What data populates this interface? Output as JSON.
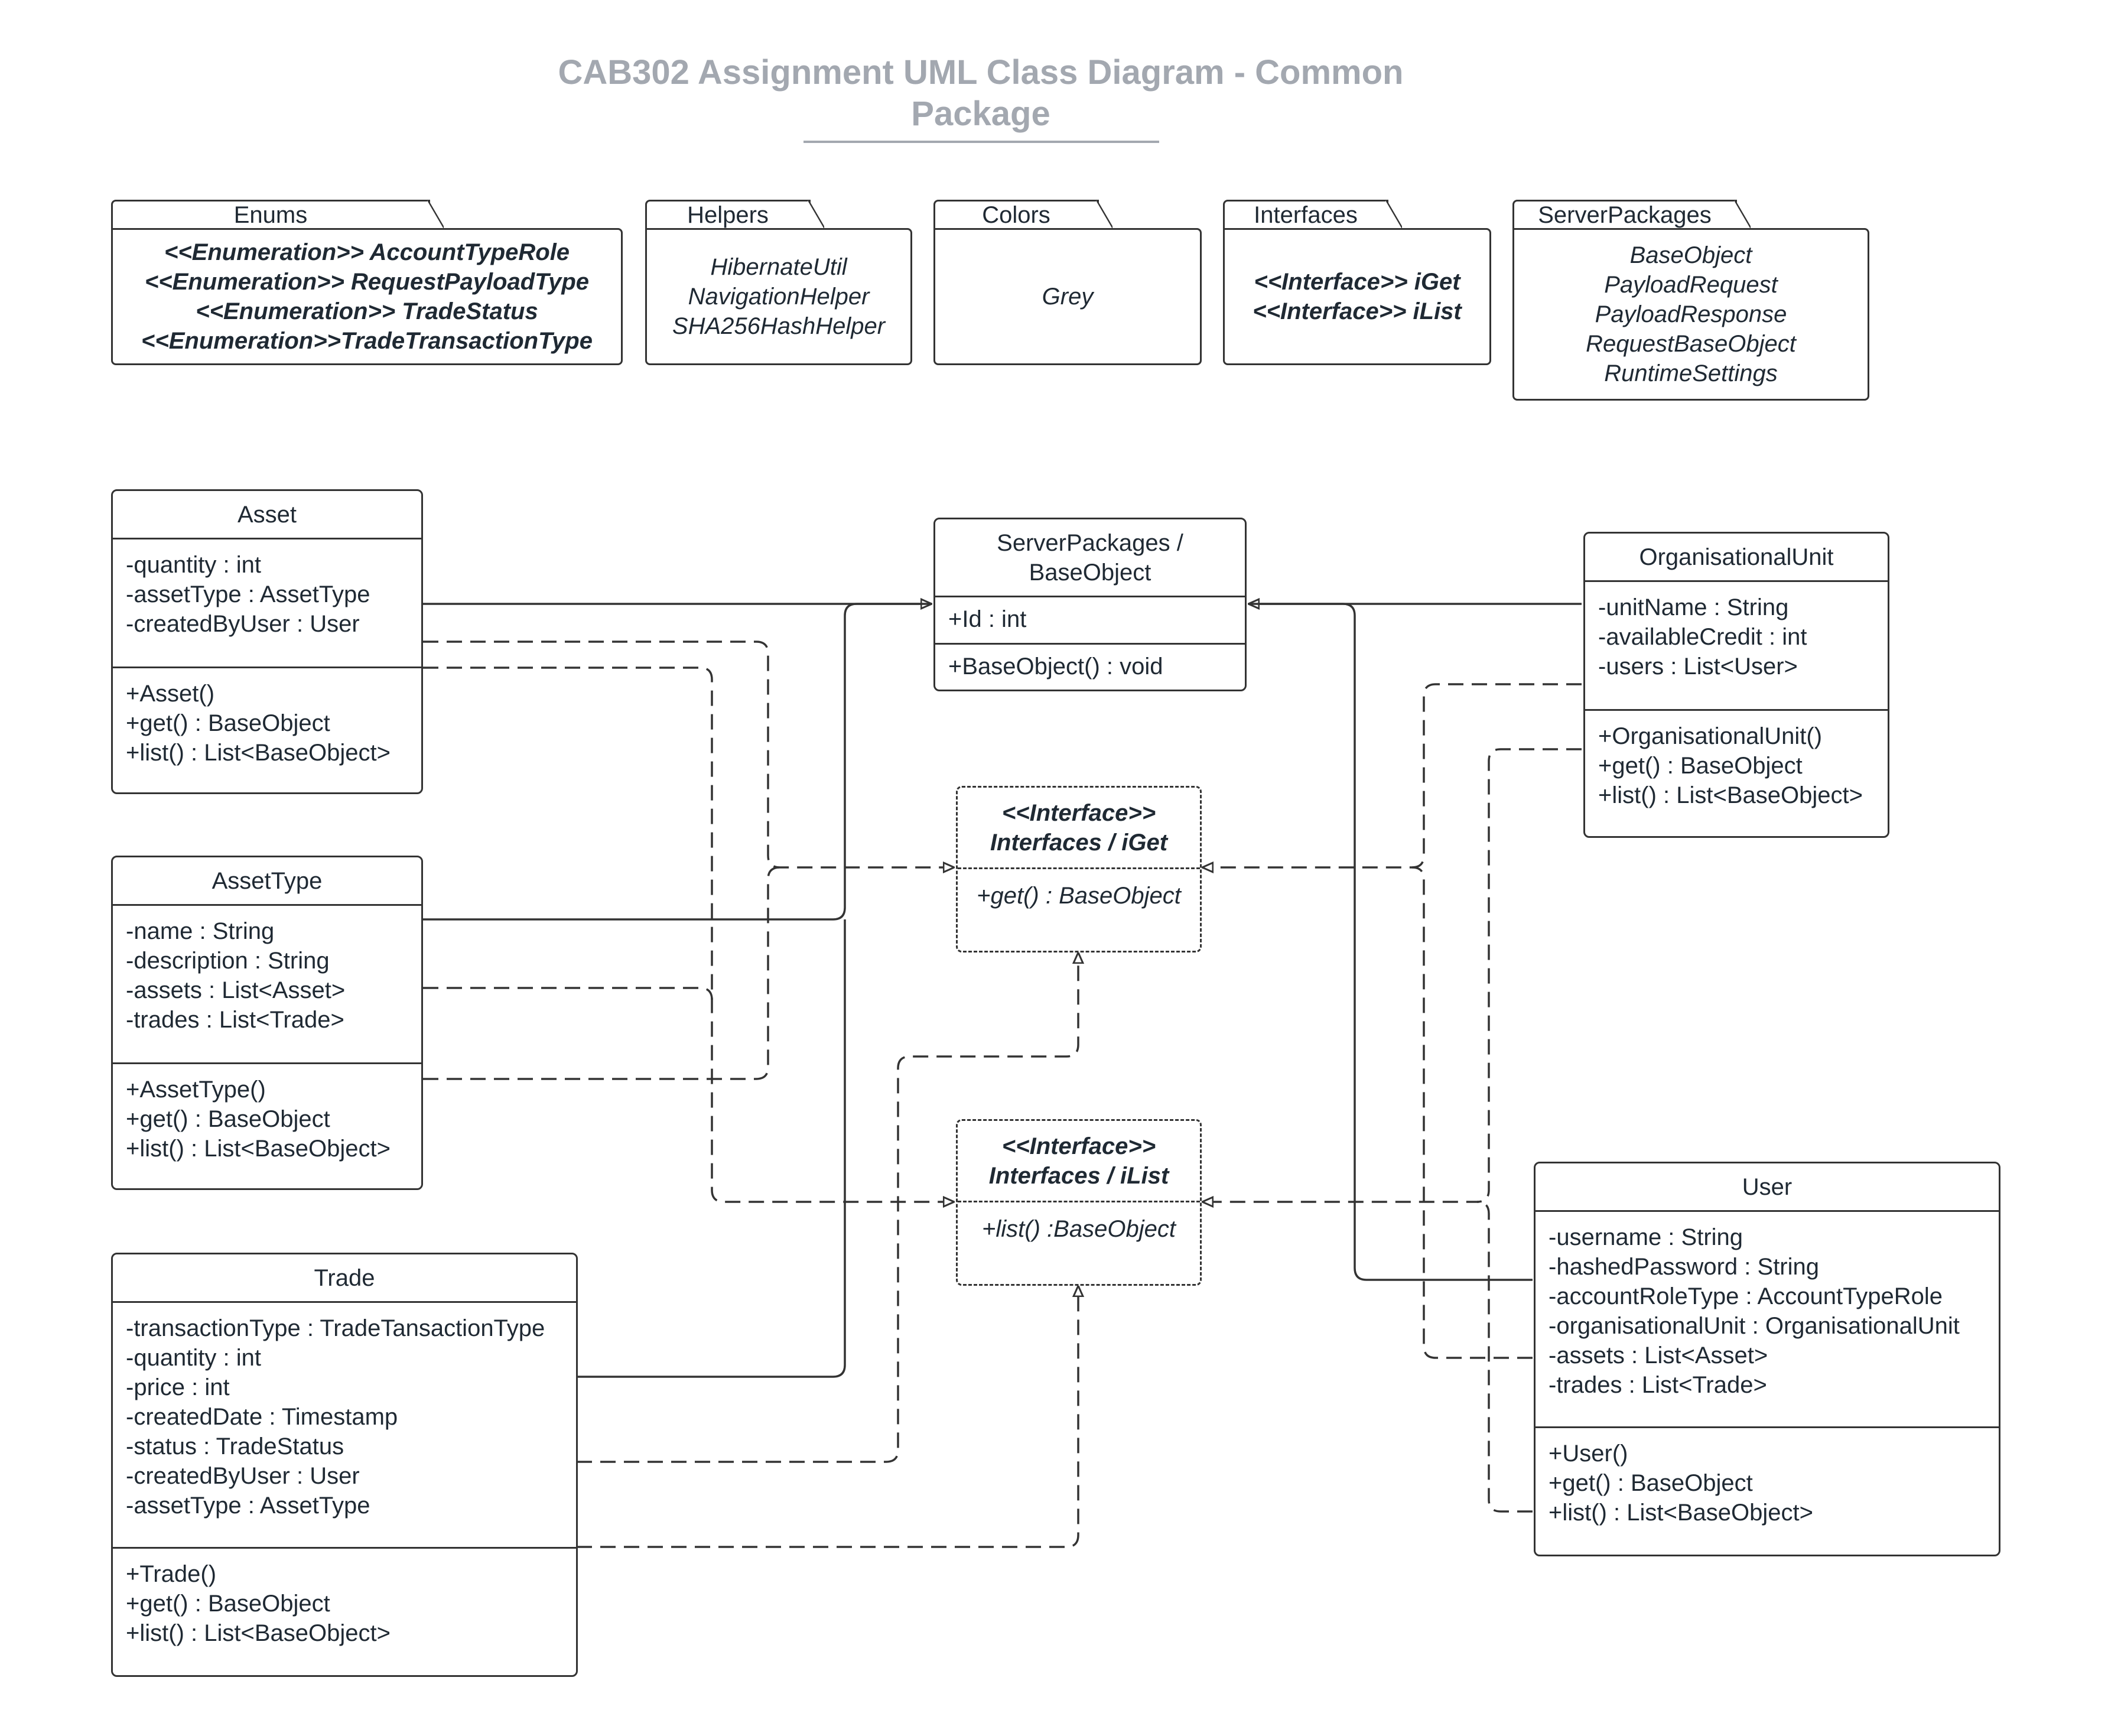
{
  "title": "CAB302 Assignment UML Class Diagram - Common Package",
  "packages": {
    "enums": {
      "name": "Enums",
      "items": [
        "<<Enumeration>> AccountTypeRole",
        "<<Enumeration>> RequestPayloadType",
        "<<Enumeration>> TradeStatus",
        "<<Enumeration>>TradeTransactionType"
      ]
    },
    "helpers": {
      "name": "Helpers",
      "items": [
        "HibernateUtil",
        "NavigationHelper",
        "SHA256HashHelper"
      ]
    },
    "colors": {
      "name": "Colors",
      "items": [
        "Grey"
      ]
    },
    "interfaces": {
      "name": "Interfaces",
      "items": [
        "<<Interface>> iGet",
        "<<Interface>> iList"
      ]
    },
    "serverpackages": {
      "name": "ServerPackages",
      "items": [
        "BaseObject",
        "PayloadRequest",
        "PayloadResponse",
        "RequestBaseObject",
        "RuntimeSettings"
      ]
    }
  },
  "classes": {
    "asset": {
      "name": "Asset",
      "attributes": [
        "-quantity : int",
        "-assetType : AssetType",
        "-createdByUser : User"
      ],
      "methods": [
        "+Asset()",
        "+get() : BaseObject",
        "+list() : List<BaseObject>"
      ]
    },
    "assettype": {
      "name": "AssetType",
      "attributes": [
        "-name : String",
        "-description : String",
        "-assets : List<Asset>",
        "-trades : List<Trade>"
      ],
      "methods": [
        "+AssetType()",
        "+get() : BaseObject",
        "+list() : List<BaseObject>"
      ]
    },
    "trade": {
      "name": "Trade",
      "attributes": [
        "-transactionType : TradeTansactionType",
        "-quantity : int",
        "-price : int",
        "-createdDate : Timestamp",
        "-status : TradeStatus",
        "-createdByUser : User",
        "-assetType : AssetType"
      ],
      "methods": [
        "+Trade()",
        "+get() : BaseObject",
        "+list() : List<BaseObject>"
      ]
    },
    "baseobject": {
      "name_line1": "ServerPackages /",
      "name_line2": "BaseObject",
      "attributes": [
        "+Id : int"
      ],
      "methods": [
        "+BaseObject() : void"
      ]
    },
    "iget": {
      "stereotype": "<<Interface>>",
      "name": "Interfaces / iGet",
      "methods": [
        "+get() : BaseObject"
      ]
    },
    "ilist": {
      "stereotype": "<<Interface>>",
      "name": "Interfaces / iList",
      "methods": [
        "+list() :BaseObject"
      ]
    },
    "orgunit": {
      "name": "OrganisationalUnit",
      "attributes": [
        "-unitName : String",
        "-availableCredit : int",
        "-users : List<User>"
      ],
      "methods": [
        "+OrganisationalUnit()",
        "+get() : BaseObject",
        "+list() : List<BaseObject>"
      ]
    },
    "user": {
      "name": "User",
      "attributes": [
        "-username : String",
        "-hashedPassword : String",
        "-accountRoleType : AccountTypeRole",
        "-organisationalUnit : OrganisationalUnit",
        "-assets : List<Asset>",
        "-trades : List<Trade>"
      ],
      "methods": [
        "+User()",
        "+get() : BaseObject",
        "+list() : List<BaseObject>"
      ]
    }
  }
}
